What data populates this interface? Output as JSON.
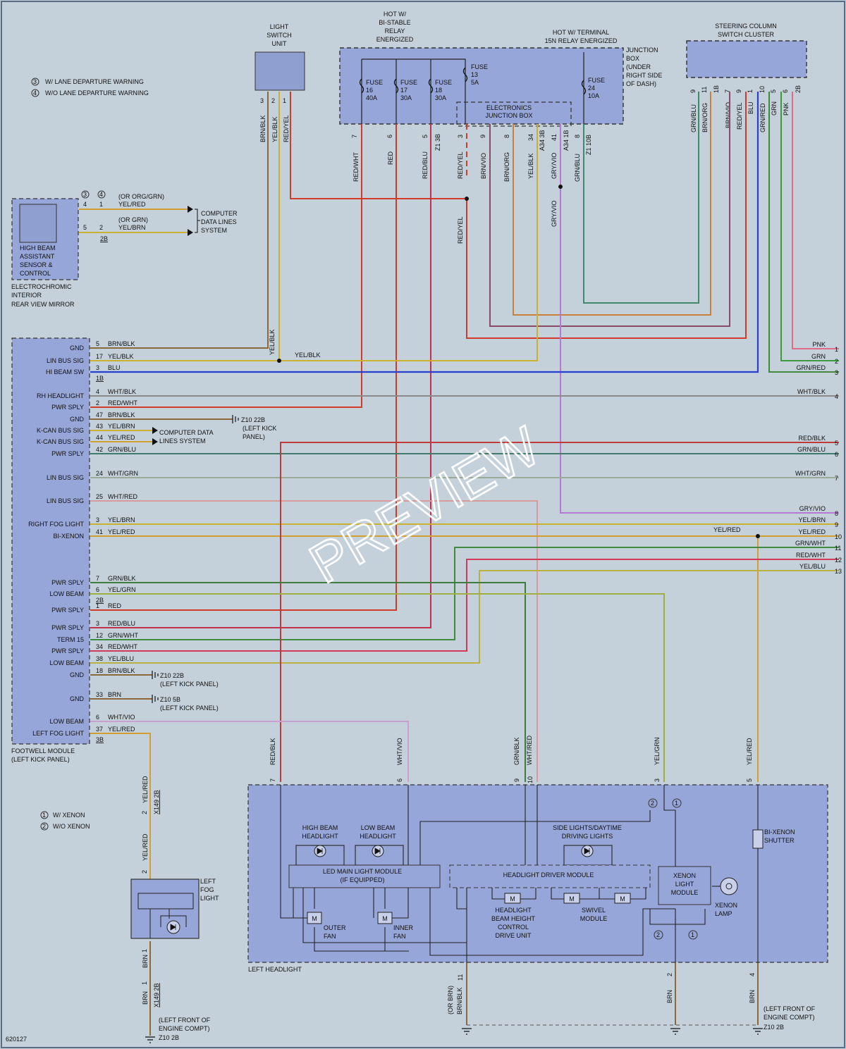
{
  "diagram_id": "620127",
  "watermark": "PREVIEW",
  "legend_top": [
    {
      "num": "3",
      "text": "W/ LANE DEPARTURE WARNING"
    },
    {
      "num": "4",
      "text": "W/O LANE DEPARTURE WARNING"
    }
  ],
  "legend_bottom": [
    {
      "num": "1",
      "text": "W/ XENON"
    },
    {
      "num": "2",
      "text": "W/O XENON"
    }
  ],
  "light_switch": {
    "title": [
      "LIGHT",
      "SWITCH",
      "UNIT"
    ],
    "pins": [
      "3",
      "2",
      "1"
    ],
    "wires": [
      "BRN/BLK",
      "YEL/BLK",
      "RED/YEL"
    ]
  },
  "junction_box": {
    "hot_bistable": [
      "HOT W/",
      "BI-STABLE",
      "RELAY",
      "ENERGIZED"
    ],
    "hot_15n": [
      "HOT W/ TERMINAL",
      "15N RELAY ENERGIZED"
    ],
    "title": [
      "JUNCTION",
      "BOX",
      "(UNDER",
      "RIGHT SIDE",
      "OF DASH)"
    ],
    "fuses": [
      {
        "name": "FUSE",
        "num": "16",
        "amp": "40A"
      },
      {
        "name": "FUSE",
        "num": "17",
        "amp": "30A"
      },
      {
        "name": "FUSE",
        "num": "18",
        "amp": "30A"
      },
      {
        "name": "FUSE",
        "num": "13",
        "amp": "5A"
      },
      {
        "name": "FUSE",
        "num": "24",
        "amp": "10A"
      }
    ],
    "ejb_title": [
      "ELECTRONICS",
      "JUNCTION BOX"
    ],
    "pins": [
      "7",
      "6",
      "5",
      "Z1 3B",
      "3",
      "9",
      "8",
      "34",
      "A34 3B",
      "41",
      "A34 1B",
      "8",
      "Z1 10B"
    ],
    "wires": [
      "RED/WHT",
      "RED",
      "RED/BLU",
      "RED/YEL",
      "BRN/VIO",
      "BRN/ORG",
      "YEL/BLK",
      "GRY/VIO",
      "GRN/BLU",
      "RED/YEL",
      "GRY/VIO"
    ]
  },
  "steering": {
    "title": [
      "STEERING COLUMN",
      "SWITCH CLUSTER"
    ],
    "pins": [
      "9",
      "11",
      "1B",
      "7",
      "9",
      "1",
      "10",
      "5",
      "6",
      "2B"
    ],
    "wires": [
      "GRN/BLU",
      "BRN/ORG",
      "BRN/VIO",
      "RED/YEL",
      "BLU",
      "GRN/RED",
      "GRN",
      "PNK"
    ]
  },
  "mirror": {
    "labels_head": [
      "3",
      "4",
      "(OR ORG/GRN)",
      "(OR GRN)"
    ],
    "rows": [
      {
        "pin_a": "4",
        "pin_b": "1",
        "wire": "YEL/RED"
      },
      {
        "pin_a": "5",
        "pin_b": "2",
        "wire": "YEL/BRN"
      }
    ],
    "conn": "2B",
    "cdl": [
      "COMPUTER",
      "DATA LINES",
      "SYSTEM"
    ],
    "inner": [
      "HIGH BEAM",
      "ASSISTANT",
      "SENSOR &",
      "CONTROL"
    ],
    "title": [
      "ELECTROCHROMIC",
      "INTERIOR",
      "REAR VIEW MIRROR"
    ]
  },
  "footwell": {
    "title": [
      "FOOTWELL MODULE",
      "(LEFT KICK PANEL)"
    ],
    "rows": [
      {
        "func": "GND",
        "pin": "5",
        "wire": "BRN/BLK"
      },
      {
        "func": "LIN BUS SIG",
        "pin": "17",
        "wire": "YEL/BLK"
      },
      {
        "func": "HI BEAM SW",
        "pin": "3",
        "wire": "BLU"
      },
      {
        "func": "RH HEADLIGHT",
        "pin": "4",
        "wire": "WHT/BLK"
      },
      {
        "func": "PWR SPLY",
        "pin": "2",
        "wire": "RED/WHT"
      },
      {
        "func": "GND",
        "pin": "47",
        "wire": "BRN/BLK"
      },
      {
        "func": "K-CAN BUS SIG",
        "pin": "43",
        "wire": "YEL/BRN"
      },
      {
        "func": "K-CAN BUS SIG",
        "pin": "44",
        "wire": "YEL/RED"
      },
      {
        "func": "PWR SPLY",
        "pin": "42",
        "wire": "GRN/BLU"
      },
      {
        "func": "LIN BUS SIG",
        "pin": "24",
        "wire": "WHT/GRN"
      },
      {
        "func": "LIN BUS SIG",
        "pin": "25",
        "wire": "WHT/RED"
      },
      {
        "func": "RIGHT FOG LIGHT",
        "pin": "3",
        "wire": "YEL/BRN"
      },
      {
        "func": "BI-XENON",
        "pin": "41",
        "wire": "YEL/RED"
      },
      {
        "func": "PWR SPLY",
        "pin": "7",
        "wire": "GRN/BLK"
      },
      {
        "func": "LOW BEAM",
        "pin": "6",
        "wire": "YEL/GRN"
      },
      {
        "func": "PWR SPLY",
        "pin": "1",
        "wire": "RED"
      },
      {
        "func": "PWR SPLY",
        "pin": "3",
        "wire": "RED/BLU"
      },
      {
        "func": "TERM 15",
        "pin": "12",
        "wire": "GRN/WHT"
      },
      {
        "func": "PWR SPLY",
        "pin": "34",
        "wire": "RED/WHT"
      },
      {
        "func": "LOW BEAM",
        "pin": "38",
        "wire": "YEL/BLU"
      },
      {
        "func": "GND",
        "pin": "18",
        "wire": "BRN/BLK"
      },
      {
        "func": "GND",
        "pin": "33",
        "wire": "BRN"
      },
      {
        "func": "LOW BEAM",
        "pin": "6",
        "wire": "WHT/VIO"
      },
      {
        "func": "LEFT FOG LIGHT",
        "pin": "37",
        "wire": "YEL/RED"
      }
    ],
    "conns": [
      "1B",
      "2B",
      "3B"
    ],
    "yel_blk_label": "YEL/BLK",
    "cdl": [
      "COMPUTER DATA",
      "LINES SYSTEM"
    ],
    "grounds": [
      {
        "code": "Z10 22B",
        "note": "(LEFT KICK PANEL)"
      },
      {
        "code": "Z10 22B",
        "note": "(LEFT KICK PANEL)"
      },
      {
        "code": "Z10 5B",
        "note": "(LEFT KICK PANEL)"
      }
    ],
    "ground_note_a": [
      "(LEFT KICK",
      "PANEL)"
    ]
  },
  "right_edge": [
    {
      "wire": "PNK",
      "num": "1"
    },
    {
      "wire": "GRN",
      "num": "2"
    },
    {
      "wire": "GRN/RED",
      "num": "3"
    },
    {
      "wire": "WHT/BLK",
      "num": "4"
    },
    {
      "wire": "RED/BLK",
      "num": "5"
    },
    {
      "wire": "GRN/BLU",
      "num": "6"
    },
    {
      "wire": "WHT/GRN",
      "num": "7"
    },
    {
      "wire": "GRY/VIO",
      "num": "8"
    },
    {
      "wire": "YEL/BRN",
      "num": "9"
    },
    {
      "wire": "YEL/RED",
      "num": "10"
    },
    {
      "wire": "GRN/WHT",
      "num": "11"
    },
    {
      "wire": "RED/WHT",
      "num": "12"
    },
    {
      "wire": "YEL/BLU",
      "num": "13"
    }
  ],
  "yel_red_splice": "YEL/RED",
  "headlight": {
    "title": "LEFT HEADLIGHT",
    "pins": [
      "7",
      "6",
      "9",
      "10",
      "3",
      "5"
    ],
    "wires": [
      "RED/BLK",
      "WHT/VIO",
      "GRN/BLK",
      "WHT/RED",
      "YEL/GRN",
      "YEL/RED"
    ],
    "hb": [
      "HIGH BEAM",
      "HEADLIGHT"
    ],
    "lb": [
      "LOW BEAM",
      "HEADLIGHT"
    ],
    "side": [
      "SIDE LIGHTS/DAYTIME",
      "DRIVING LIGHTS"
    ],
    "led": [
      "LED MAIN LIGHT MODULE",
      "(IF EQUIPPED)"
    ],
    "hdm": "HEADLIGHT DRIVER MODULE",
    "outer": [
      "OUTER",
      "FAN"
    ],
    "inner": [
      "INNER",
      "FAN"
    ],
    "beam": [
      "HEADLIGHT",
      "BEAM HEIGHT",
      "CONTROL",
      "DRIVE UNIT"
    ],
    "swivel": [
      "SWIVEL",
      "MODULE"
    ],
    "xmod": [
      "XENON",
      "LIGHT",
      "MODULE"
    ],
    "xlamp": [
      "XENON",
      "LAMP"
    ],
    "shutter": [
      "BI-XENON",
      "SHUTTER"
    ],
    "motor": "M",
    "opt": [
      "2",
      "1"
    ],
    "bottom_pins": [
      "11",
      "2",
      "4"
    ],
    "bottom_wires": [
      "(OR BRN)",
      "BRN/BLK",
      "BRN",
      "BRN"
    ],
    "ground": {
      "note": [
        "(LEFT FRONT OF",
        "ENGINE COMPT)"
      ],
      "code": "Z10 2B"
    }
  },
  "fog": {
    "title": [
      "LEFT",
      "FOG",
      "LIGHT"
    ],
    "pins": [
      "2",
      "1"
    ],
    "conn": "X149 2B",
    "wires": [
      "YEL/RED",
      "YEL/RED",
      "BRN",
      "BRN"
    ],
    "ground": {
      "note": [
        "(LEFT FRONT OF",
        "ENGINE COMPT)"
      ],
      "code": "Z10 2B"
    }
  },
  "colors": {
    "BRN": "#8a6a3a",
    "YEL": "#c9b030",
    "RED": "#d23a2a",
    "GRN": "#3f8a3f",
    "BLU": "#2a3fd0",
    "WHT": "#d8dde0",
    "VIO": "#b57ad0",
    "GRY": "#8a8a8a",
    "ORG": "#d88a30",
    "PNK": "#e06a8a",
    "BLK": "#333333"
  }
}
